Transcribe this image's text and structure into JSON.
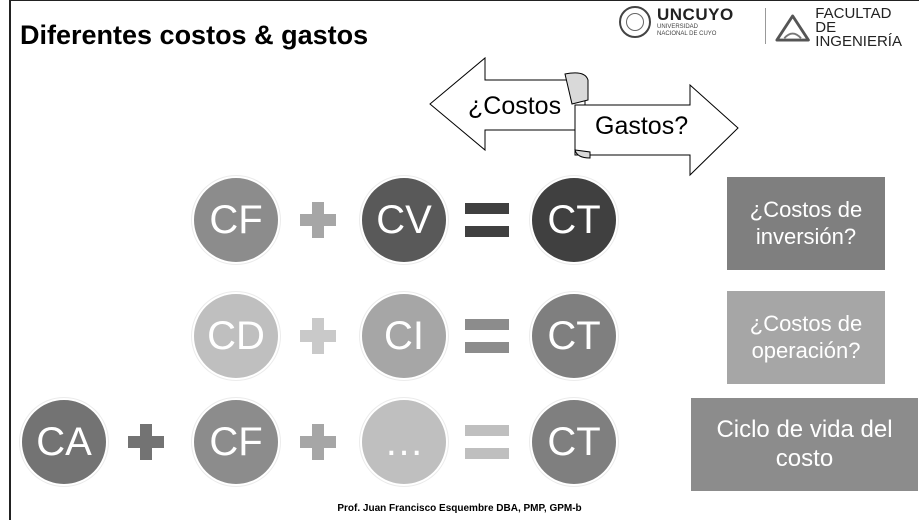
{
  "slide": {
    "title": "Diferentes costos & gastos",
    "footer": "Prof. Juan Francisco Esquembre DBA, PMP, GPM-b"
  },
  "logos": {
    "uncuyo": {
      "name": "UNCUYO",
      "subtitle": "UNIVERSIDAD\nNACIONAL DE CUYO"
    },
    "facultad": {
      "text": "FACULTAD\nDE INGENIERÍA"
    }
  },
  "arrows": {
    "left_label": "¿Costos",
    "right_label": "Gastos?"
  },
  "equations": [
    {
      "terms": [
        {
          "label": "CF",
          "color": "#8c8c8c"
        },
        {
          "label": "CV",
          "color": "#595959"
        },
        {
          "label": "CT",
          "color": "#404040"
        }
      ],
      "operators": [
        {
          "type": "plus",
          "color": "#a6a6a6"
        },
        {
          "type": "equals",
          "color": "#404040"
        }
      ]
    },
    {
      "terms": [
        {
          "label": "CD",
          "color": "#bfbfbf"
        },
        {
          "label": "CI",
          "color": "#a6a6a6"
        },
        {
          "label": "CT",
          "color": "#7f7f7f"
        }
      ],
      "operators": [
        {
          "type": "plus",
          "color": "#c9c9c9"
        },
        {
          "type": "equals",
          "color": "#8c8c8c"
        }
      ]
    },
    {
      "terms": [
        {
          "label": "CA",
          "color": "#737373"
        },
        {
          "label": "CF",
          "color": "#8c8c8c"
        },
        {
          "label": "…",
          "color": "#bfbfbf"
        },
        {
          "label": "CT",
          "color": "#7f7f7f"
        }
      ],
      "operators": [
        {
          "type": "plus",
          "color": "#737373"
        },
        {
          "type": "plus",
          "color": "#a6a6a6"
        },
        {
          "type": "equals",
          "color": "#bfbfbf"
        }
      ]
    }
  ],
  "side_boxes": [
    {
      "text": "¿Costos de\ninversión?",
      "color": "#7f7f7f"
    },
    {
      "text": "¿Costos de\noperación?",
      "color": "#a6a6a6"
    },
    {
      "text": "Ciclo de vida del\ncosto",
      "color": "#8c8c8c"
    }
  ]
}
